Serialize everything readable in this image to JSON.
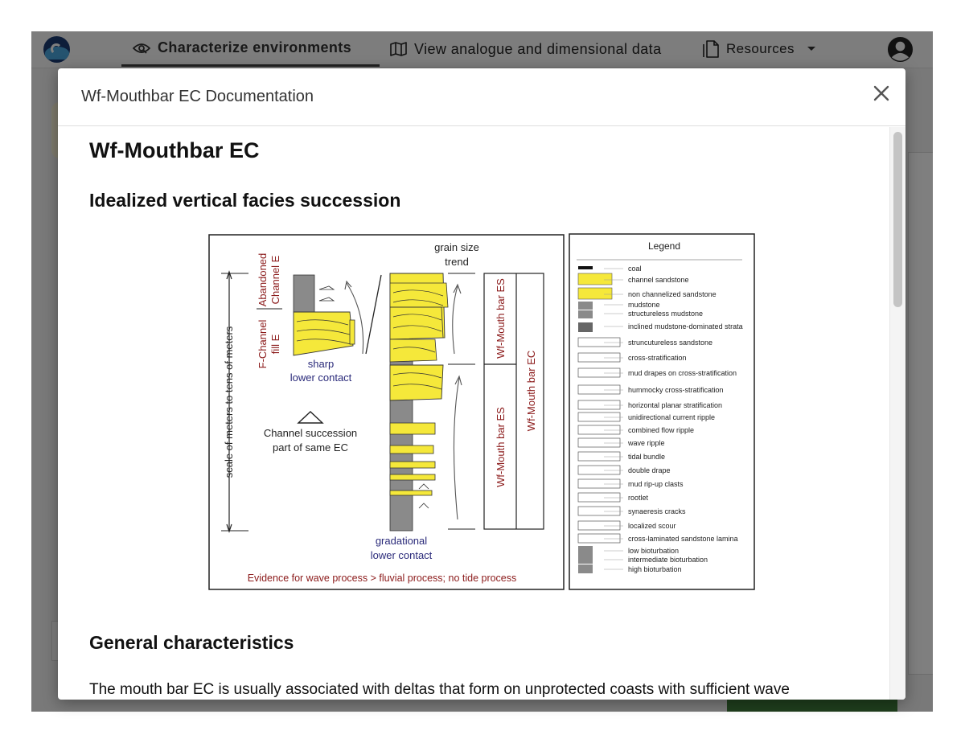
{
  "nav": {
    "characterize": "Characterize environments",
    "analogue": "View analogue and dimensional data",
    "resources": "Resources"
  },
  "modal": {
    "title": "Wf-Mouthbar EC Documentation",
    "doc_title": "Wf-Mouthbar EC",
    "section1": "Idealized vertical facies succession",
    "section2": "General characteristics",
    "paragraph1": "The mouth bar EC is usually associated with deltas that form on unprotected coasts with sufficient wave"
  },
  "figure": {
    "vertical_scale": "scale of meters to tens of meters",
    "abandoned_channel_1": "Abandoned",
    "abandoned_channel_2": "Channel E",
    "fchannel_1": "F-Channel",
    "fchannel_2": "fill E",
    "sharp_1": "sharp",
    "sharp_2": "lower contact",
    "channel_succ_1": "Channel succession",
    "channel_succ_2": "part of same EC",
    "grain_1": "grain size",
    "grain_2": "trend",
    "gradational_1": "gradational",
    "gradational_2": "lower contact",
    "es_upper": "Wf-Mouth bar ES",
    "es_lower": "Wf-Mouth bar ES",
    "ec_label": "Wf-Mouth bar EC",
    "evidence": "Evidence for wave process > fluvial process; no tide process",
    "legend_title": "Legend",
    "legend": [
      "coal",
      "channel sandstone",
      "non channelized sandstone",
      "mudstone",
      "structureless mudstone",
      "inclined mudstone-dominated strata",
      "struncutureless sandstone",
      "cross-stratification",
      "mud drapes on cross-stratification",
      "hummocky cross-stratification",
      "horizontal planar stratification",
      "unidirectional current ripple",
      "combined flow ripple",
      "wave ripple",
      "tidal bundle",
      "double drape",
      "mud rip-up clasts",
      "rootlet",
      "synaeresis cracks",
      "localized scour",
      "cross-laminated sandstone lamina",
      "low bioturbation",
      "intermediate bioturbation",
      "high bioturbation"
    ]
  },
  "colors": {
    "sand": "#f5e83a",
    "mud": "#8a8a8a",
    "label_red": "#8b1a1a",
    "label_blue": "#2a2a7a"
  }
}
